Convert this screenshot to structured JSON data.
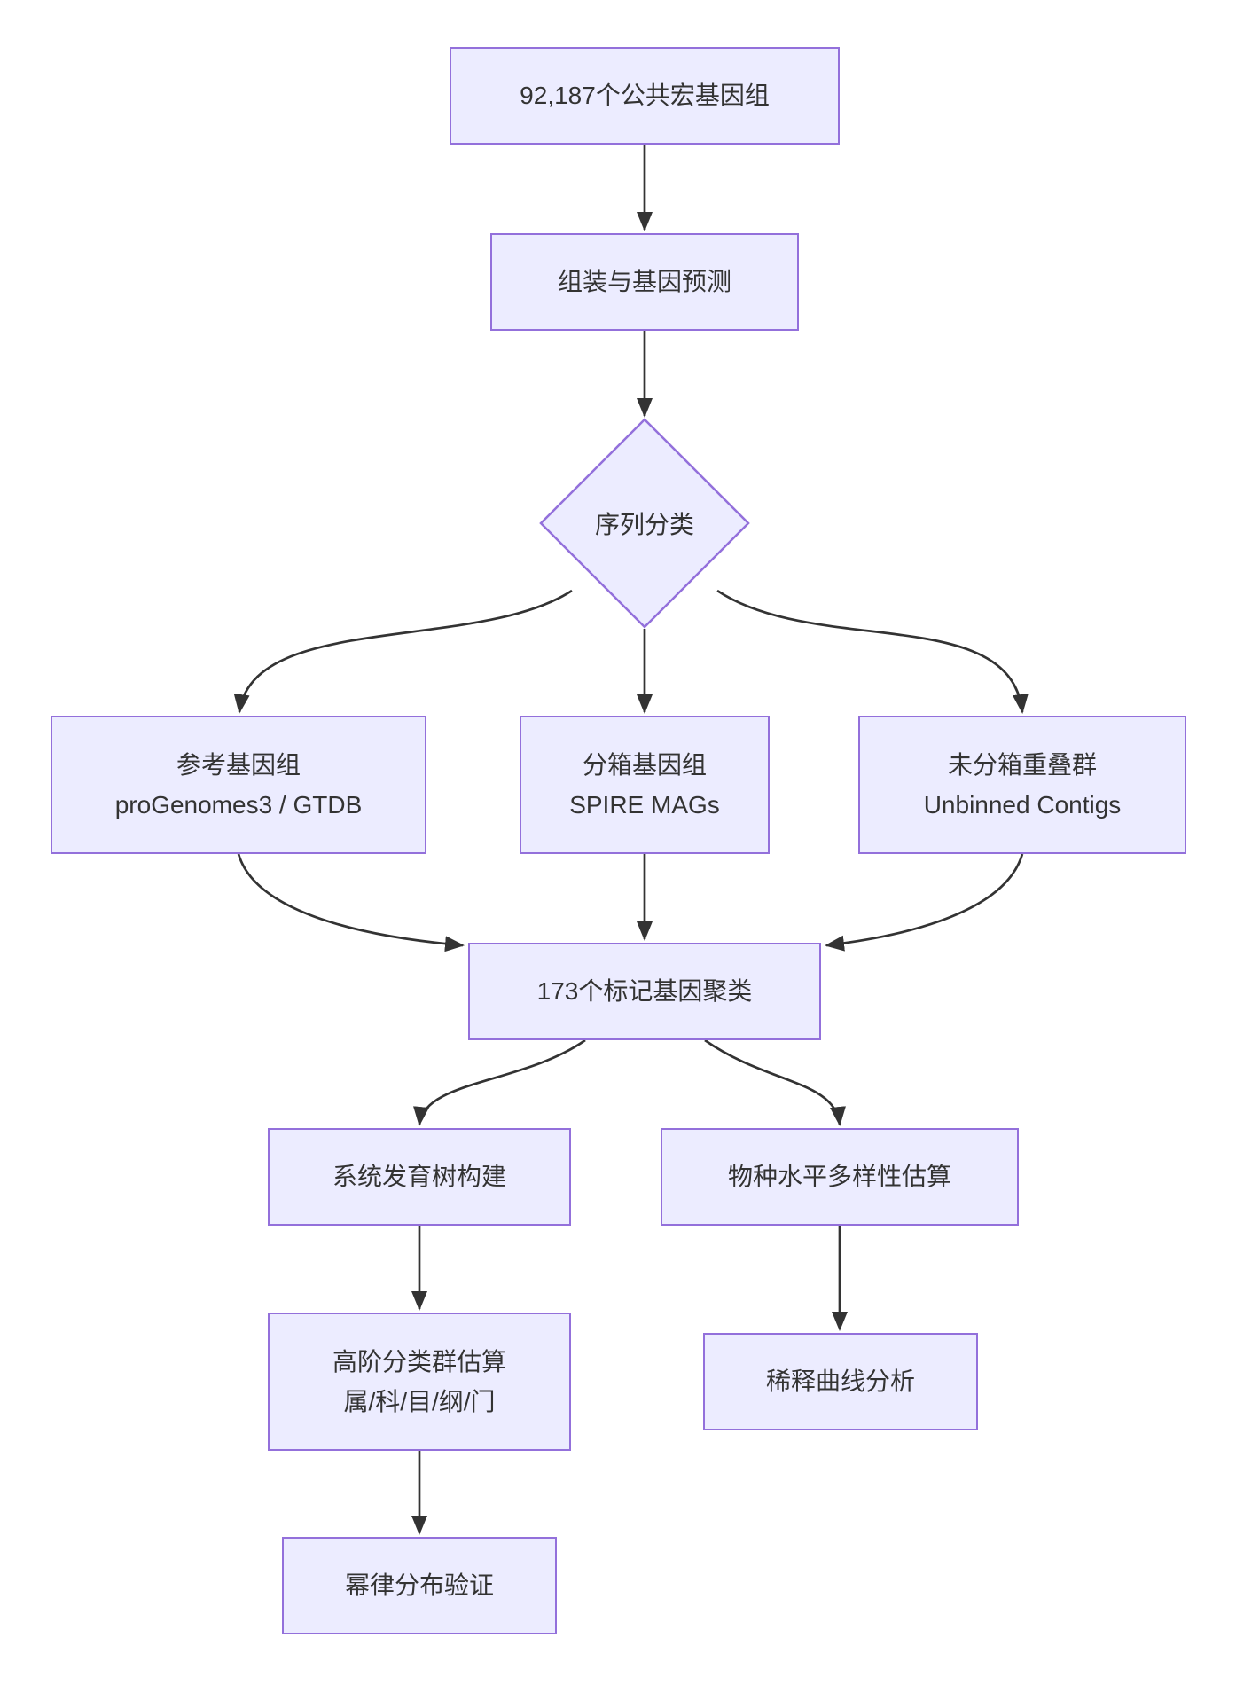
{
  "diagram": {
    "type": "flowchart",
    "colors": {
      "node_fill": "#ECECFF",
      "node_border": "#9370DB",
      "edge": "#333333",
      "text": "#333333"
    },
    "nodes": {
      "public_metagenomes": {
        "label": "92,187个公共宏基因组"
      },
      "assembly_gene_prediction": {
        "label": "组装与基因预测"
      },
      "sequence_classification": {
        "label": "序列分类"
      },
      "reference_genomes": {
        "line1": "参考基因组",
        "line2": "proGenomes3 / GTDB"
      },
      "binned_genomes": {
        "line1": "分箱基因组",
        "line2": "SPIRE MAGs"
      },
      "unbinned_contigs": {
        "line1": "未分箱重叠群",
        "line2": "Unbinned Contigs"
      },
      "marker_gene_clusters": {
        "label": "173个标记基因聚类"
      },
      "phylogenetic_tree": {
        "label": "系统发育树构建"
      },
      "species_diversity": {
        "label": "物种水平多样性估算"
      },
      "higher_taxa": {
        "line1": "高阶分类群估算",
        "line2": "属/科/目/纲/门"
      },
      "rarefaction_curve": {
        "label": "稀释曲线分析"
      },
      "power_law": {
        "label": "幂律分布验证"
      }
    },
    "edges": [
      {
        "from": "public_metagenomes",
        "to": "assembly_gene_prediction"
      },
      {
        "from": "assembly_gene_prediction",
        "to": "sequence_classification"
      },
      {
        "from": "sequence_classification",
        "to": "reference_genomes"
      },
      {
        "from": "sequence_classification",
        "to": "binned_genomes"
      },
      {
        "from": "sequence_classification",
        "to": "unbinned_contigs"
      },
      {
        "from": "reference_genomes",
        "to": "marker_gene_clusters"
      },
      {
        "from": "binned_genomes",
        "to": "marker_gene_clusters"
      },
      {
        "from": "unbinned_contigs",
        "to": "marker_gene_clusters"
      },
      {
        "from": "marker_gene_clusters",
        "to": "phylogenetic_tree"
      },
      {
        "from": "marker_gene_clusters",
        "to": "species_diversity"
      },
      {
        "from": "phylogenetic_tree",
        "to": "higher_taxa"
      },
      {
        "from": "species_diversity",
        "to": "rarefaction_curve"
      },
      {
        "from": "higher_taxa",
        "to": "power_law"
      }
    ]
  }
}
